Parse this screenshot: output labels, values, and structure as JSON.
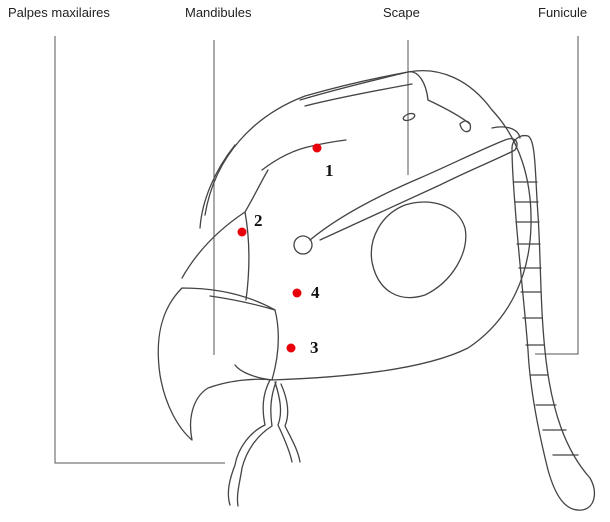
{
  "labels": {
    "palpes": "Palpes maxilaires",
    "mandibules": "Mandibules",
    "scape": "Scape",
    "funicule": "Funicule"
  },
  "points": [
    {
      "id": "1",
      "label": "1"
    },
    {
      "id": "2",
      "label": "2"
    },
    {
      "id": "3",
      "label": "3"
    },
    {
      "id": "4",
      "label": "4"
    }
  ],
  "colors": {
    "point": "#e8000b",
    "ink": "#444444"
  }
}
